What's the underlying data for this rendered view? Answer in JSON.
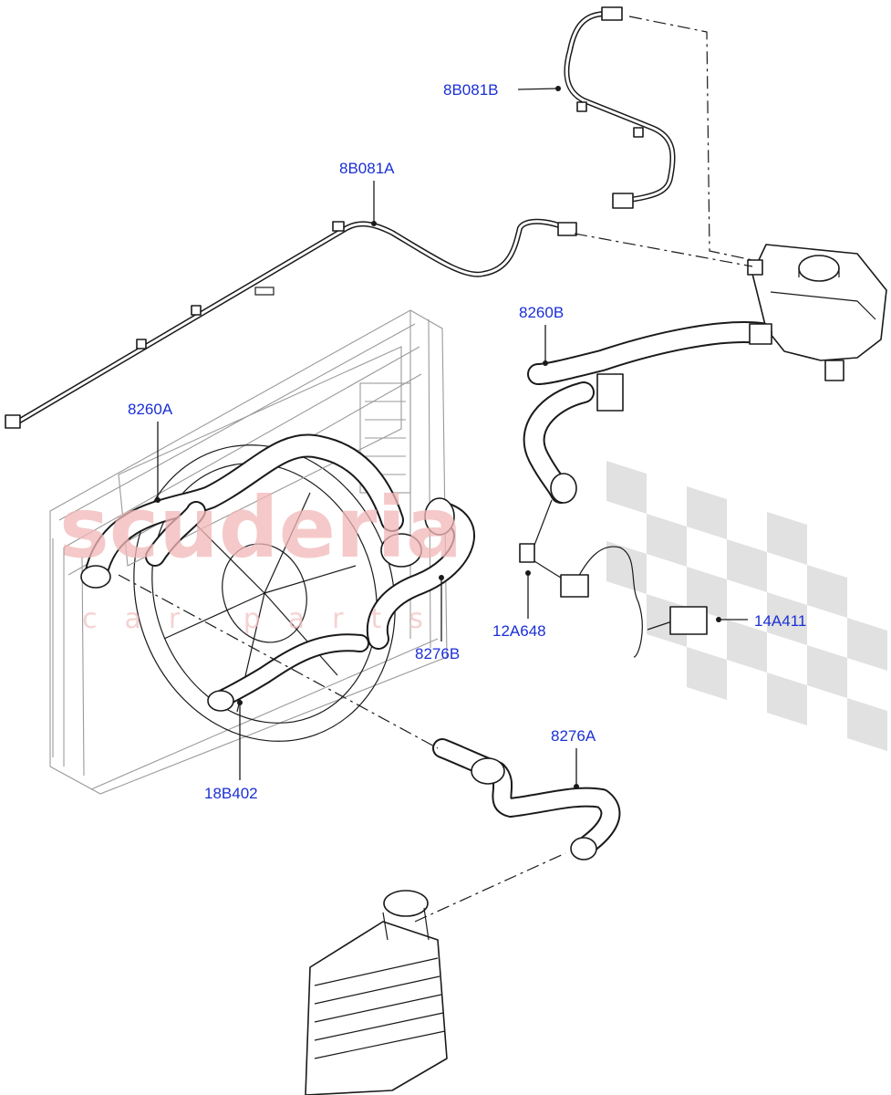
{
  "watermark": {
    "brand": "scuderia",
    "sub": "car parts"
  },
  "labels": [
    {
      "id": "8B081B",
      "text": "8B081B"
    },
    {
      "id": "8B081A",
      "text": "8B081A"
    },
    {
      "id": "8260B",
      "text": "8260B"
    },
    {
      "id": "8260A",
      "text": "8260A"
    },
    {
      "id": "12A648",
      "text": "12A648"
    },
    {
      "id": "14A411",
      "text": "14A411"
    },
    {
      "id": "8276B",
      "text": "8276B"
    },
    {
      "id": "18B402",
      "text": "18B402"
    },
    {
      "id": "8276A",
      "text": "8276A"
    }
  ],
  "colors": {
    "label": "#1a2fd6",
    "line": "#1a1a1a",
    "watermark": "#f2b8b8",
    "checker": "#d9d9d9"
  }
}
